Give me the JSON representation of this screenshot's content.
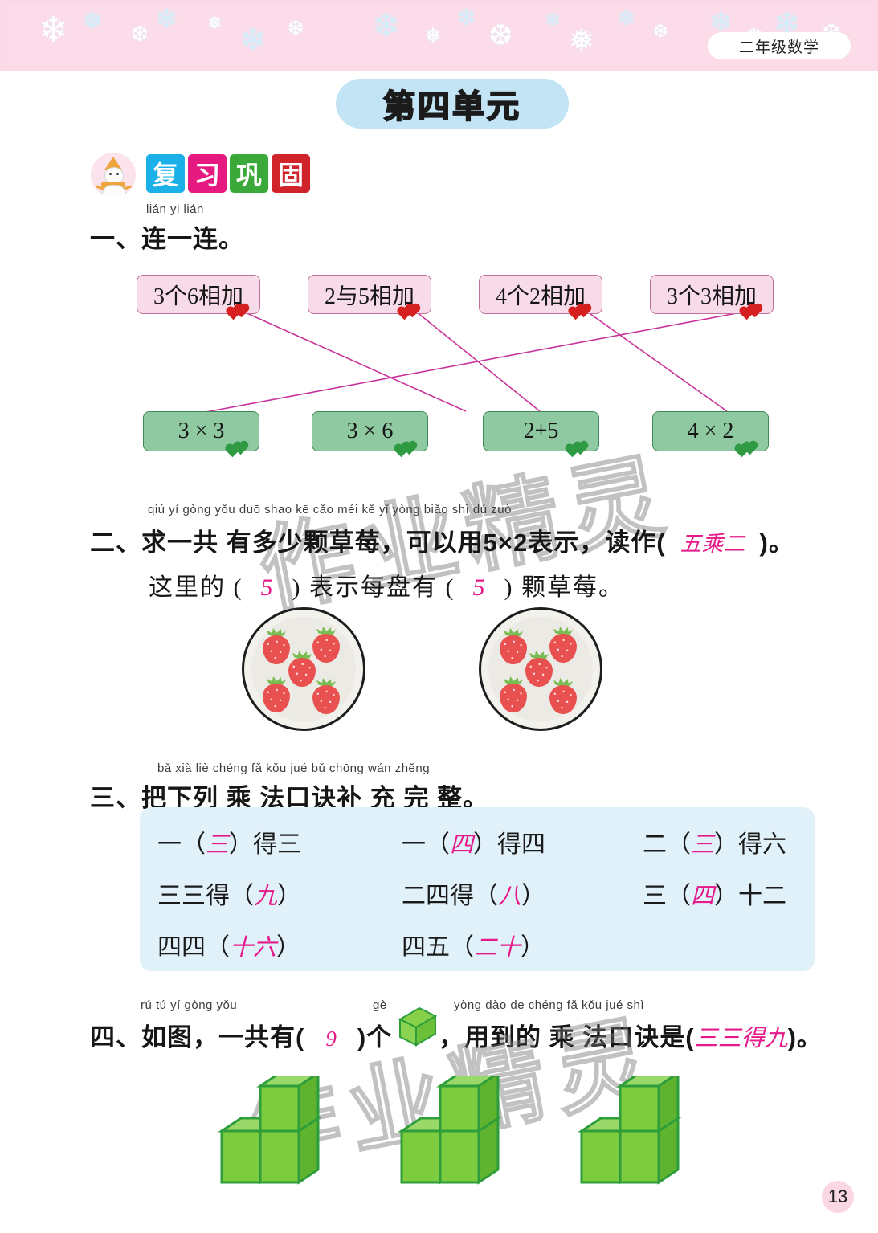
{
  "header": {
    "grade_label": "二年级数学",
    "unit_title": "第四单元",
    "snowflake_icon": "snowflake-icon"
  },
  "section_header": {
    "mascot_icon": "snowman-icon",
    "chars": [
      {
        "text": "复",
        "color": "#1cb0e8"
      },
      {
        "text": "习",
        "color": "#e5197f"
      },
      {
        "text": "巩",
        "color": "#3aa93a"
      },
      {
        "text": "固",
        "color": "#d1232a"
      }
    ]
  },
  "q1": {
    "number": "一、",
    "pinyin": "lián  yi  lián",
    "title": "连一连。",
    "top_boxes": [
      {
        "label": "3个6相加"
      },
      {
        "label": "2与5相加"
      },
      {
        "label": "4个2相加"
      },
      {
        "label": "3个3相加"
      }
    ],
    "bottom_boxes": [
      {
        "label": "3 × 3"
      },
      {
        "label": "3 × 6"
      },
      {
        "label": "2+5"
      },
      {
        "label": "4 × 2"
      }
    ],
    "connections": [
      {
        "from": 0,
        "to": 1
      },
      {
        "from": 1,
        "to": 2
      },
      {
        "from": 2,
        "to": 3
      },
      {
        "from": 3,
        "to": 0
      }
    ],
    "line_color": "#c8329a",
    "heart_icon_top": "red-hearts-icon",
    "heart_icon_bottom": "green-hearts-icon"
  },
  "q2": {
    "number": "二、",
    "pinyin_line1": "qiú  yí  gòng yǒu duō shao kē  cǎo méi      kě    yǐ  yòng                     biǎo shì      dú  zuò",
    "text_a": "求一共 有多少颗草莓，可以用5×2表示，读作(",
    "answer_1": "五乘二",
    "text_b": ")。",
    "line2_a": "这里的 (",
    "answer_2": "5",
    "line2_b": ") 表示每盘有 (",
    "answer_3": "5",
    "line2_c": ") 颗草莓。",
    "plates": [
      {
        "name": "plate-left",
        "strawberry_count": 5
      },
      {
        "name": "plate-right",
        "strawberry_count": 5
      }
    ]
  },
  "q3": {
    "number": "三、",
    "pinyin": "bǎ  xià  liè chéng fǎ  kǒu jué  bǔ chōng wán zhěng",
    "title": "把下列 乘 法口诀补 充  完 整。",
    "rows": [
      [
        {
          "pre": "一（",
          "ans": "三",
          "post": "）得三"
        },
        {
          "pre": "一（",
          "ans": "四",
          "post": "）得四"
        },
        {
          "pre": "二（",
          "ans": "三",
          "post": "）得六"
        }
      ],
      [
        {
          "pre": "三三得（",
          "ans": "九",
          "post": "）"
        },
        {
          "pre": "二四得（",
          "ans": "八",
          "post": "）"
        },
        {
          "pre": "三（",
          "ans": "四",
          "post": "）十二"
        }
      ],
      [
        {
          "pre": "四四（",
          "ans": "十六",
          "post": "）"
        },
        {
          "pre": "四五（",
          "ans": "二十",
          "post": "）"
        },
        {
          "pre": "",
          "ans": "",
          "post": ""
        }
      ]
    ]
  },
  "q4": {
    "number": "四、",
    "pinyin_a": "rú   tú      yí gòng yǒu",
    "pinyin_b": "gè",
    "pinyin_c": "yòng dào  de chéng fǎ  kǒu jué  shì",
    "text_a": "如图，一共有(",
    "answer_1": "9",
    "text_b": ")个",
    "cube_icon": "green-cube-icon",
    "text_c": "，用到的 乘 法口诀是(",
    "answer_2": "三三得九",
    "text_d": ")。",
    "cube_groups": [
      {
        "name": "cube-group-1",
        "cubes": 3
      },
      {
        "name": "cube-group-2",
        "cubes": 3
      },
      {
        "name": "cube-group-3",
        "cubes": 3
      }
    ]
  },
  "watermark": {
    "text": "作业精灵"
  },
  "footer": {
    "page_number": "13"
  }
}
